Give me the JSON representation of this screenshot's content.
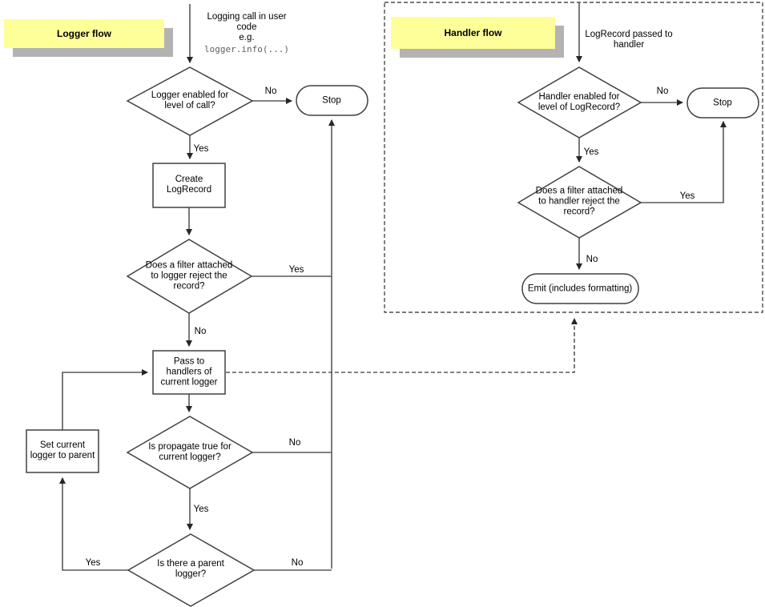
{
  "logger_flow": {
    "note": "Logger flow",
    "entry_text": "Logging call in user\ncode\ne.g.",
    "entry_code": "logger.info(...)",
    "decision_enabled": "Logger enabled for\nlevel of call?",
    "stop": "Stop",
    "create_logrecord": "Create\nLogRecord",
    "decision_filter": "Does a filter attached\nto logger reject the\nrecord?",
    "pass_to_handlers": "Pass to\nhandlers of\ncurrent logger",
    "decision_propagate": "Is propagate true for\ncurrent logger?",
    "decision_parent": "Is there a parent\nlogger?",
    "set_current_logger": "Set current\nlogger to parent",
    "labels": {
      "enabled_no": "No",
      "enabled_yes": "Yes",
      "filter_yes": "Yes",
      "filter_no": "No",
      "propagate_no": "No",
      "propagate_yes": "Yes",
      "parent_no": "No",
      "parent_yes": "Yes"
    }
  },
  "handler_flow": {
    "note": "Handler flow",
    "entry_text": "LogRecord passed to\nhandler",
    "decision_enabled": "Handler enabled for\nlevel of LogRecord?",
    "stop": "Stop",
    "decision_filter": "Does a filter attached\nto handler reject the\nrecord?",
    "emit": "Emit (includes formatting)",
    "labels": {
      "enabled_no": "No",
      "enabled_yes": "Yes",
      "filter_yes": "Yes",
      "filter_no": "No"
    }
  },
  "colors": {
    "note_background": "#ffff99",
    "note_shadow": "#b3b3b3",
    "connector": "#595959",
    "shape_border": "#404040",
    "code_text": "#5f5f5f"
  }
}
